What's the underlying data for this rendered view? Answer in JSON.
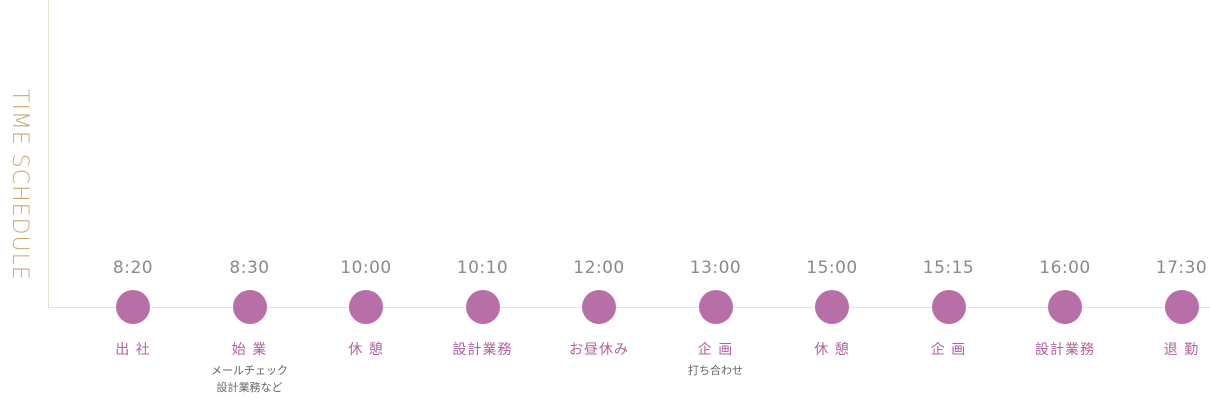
{
  "title": "TIME SCHEDULE",
  "colors": {
    "title": "#c9a86a",
    "dot": "#b86fa8",
    "label": "#b5609f",
    "time": "#8a8a8a",
    "note": "#666666",
    "axis": "#ece3d2"
  },
  "schedule": [
    {
      "time": "8:20",
      "label": "出 社",
      "note": []
    },
    {
      "time": "8:30",
      "label": "始 業",
      "note": [
        "メールチェック",
        "設計業務など"
      ]
    },
    {
      "time": "10:00",
      "label": "休 憩",
      "note": []
    },
    {
      "time": "10:10",
      "label": "設計業務",
      "note": []
    },
    {
      "time": "12:00",
      "label": "お昼休み",
      "note": []
    },
    {
      "time": "13:00",
      "label": "企 画",
      "note": [
        "打ち合わせ"
      ]
    },
    {
      "time": "15:00",
      "label": "休 憩",
      "note": []
    },
    {
      "time": "15:15",
      "label": "企 画",
      "note": []
    },
    {
      "time": "16:00",
      "label": "設計業務",
      "note": []
    },
    {
      "time": "17:30",
      "label": "退 勤",
      "note": []
    }
  ]
}
